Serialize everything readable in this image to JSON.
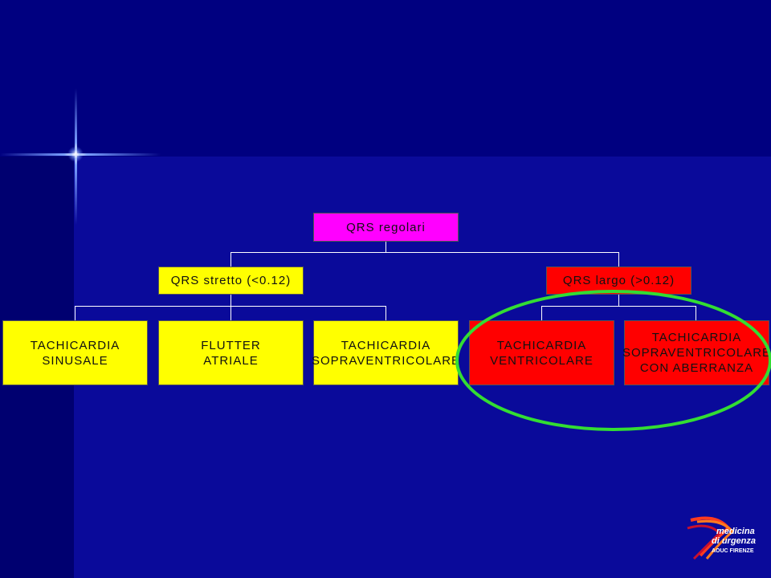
{
  "diagram": {
    "root": "QRS regolari",
    "narrow": "QRS stretto (<0.12)",
    "wide": "QRS largo (>0.12)",
    "leaves": [
      {
        "line1": "TACHICARDIA",
        "line2": "SINUSALE",
        "line3": ""
      },
      {
        "line1": "FLUTTER",
        "line2": "ATRIALE",
        "line3": ""
      },
      {
        "line1": "TACHICARDIA",
        "line2": "SOPRAVENTRICOLARE",
        "line3": ""
      },
      {
        "line1": "TACHICARDIA",
        "line2": "VENTRICOLARE",
        "line3": ""
      },
      {
        "line1": "TACHICARDIA",
        "line2": "SOPRAVENTRICOLARE",
        "line3": "CON ABERRANZA"
      }
    ]
  },
  "colors": {
    "root": "#ff00ff",
    "narrow_branch": "#ffff00",
    "wide_branch": "#ff0000",
    "highlight_ellipse": "#33dd33"
  },
  "logo": {
    "line1": "medicina",
    "line2": "di urgenza",
    "line3": "AOUC FIRENZE"
  }
}
